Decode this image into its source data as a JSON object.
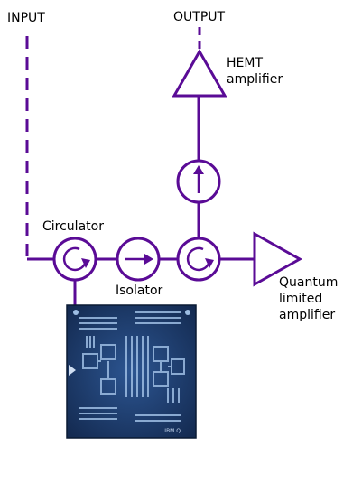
{
  "labels": {
    "input": "INPUT",
    "output": "OUTPUT",
    "hemt": "HEMT\namplifier",
    "circulator": "Circulator",
    "isolator": "Isolator",
    "qla": "Quantum\nlimited\namplifier"
  },
  "colors": {
    "wire": "#5a0b96",
    "chip_bg": "#1e3f72",
    "chip_trace": "#8fb0d8"
  },
  "chip": {
    "marking": "IBM Q"
  }
}
